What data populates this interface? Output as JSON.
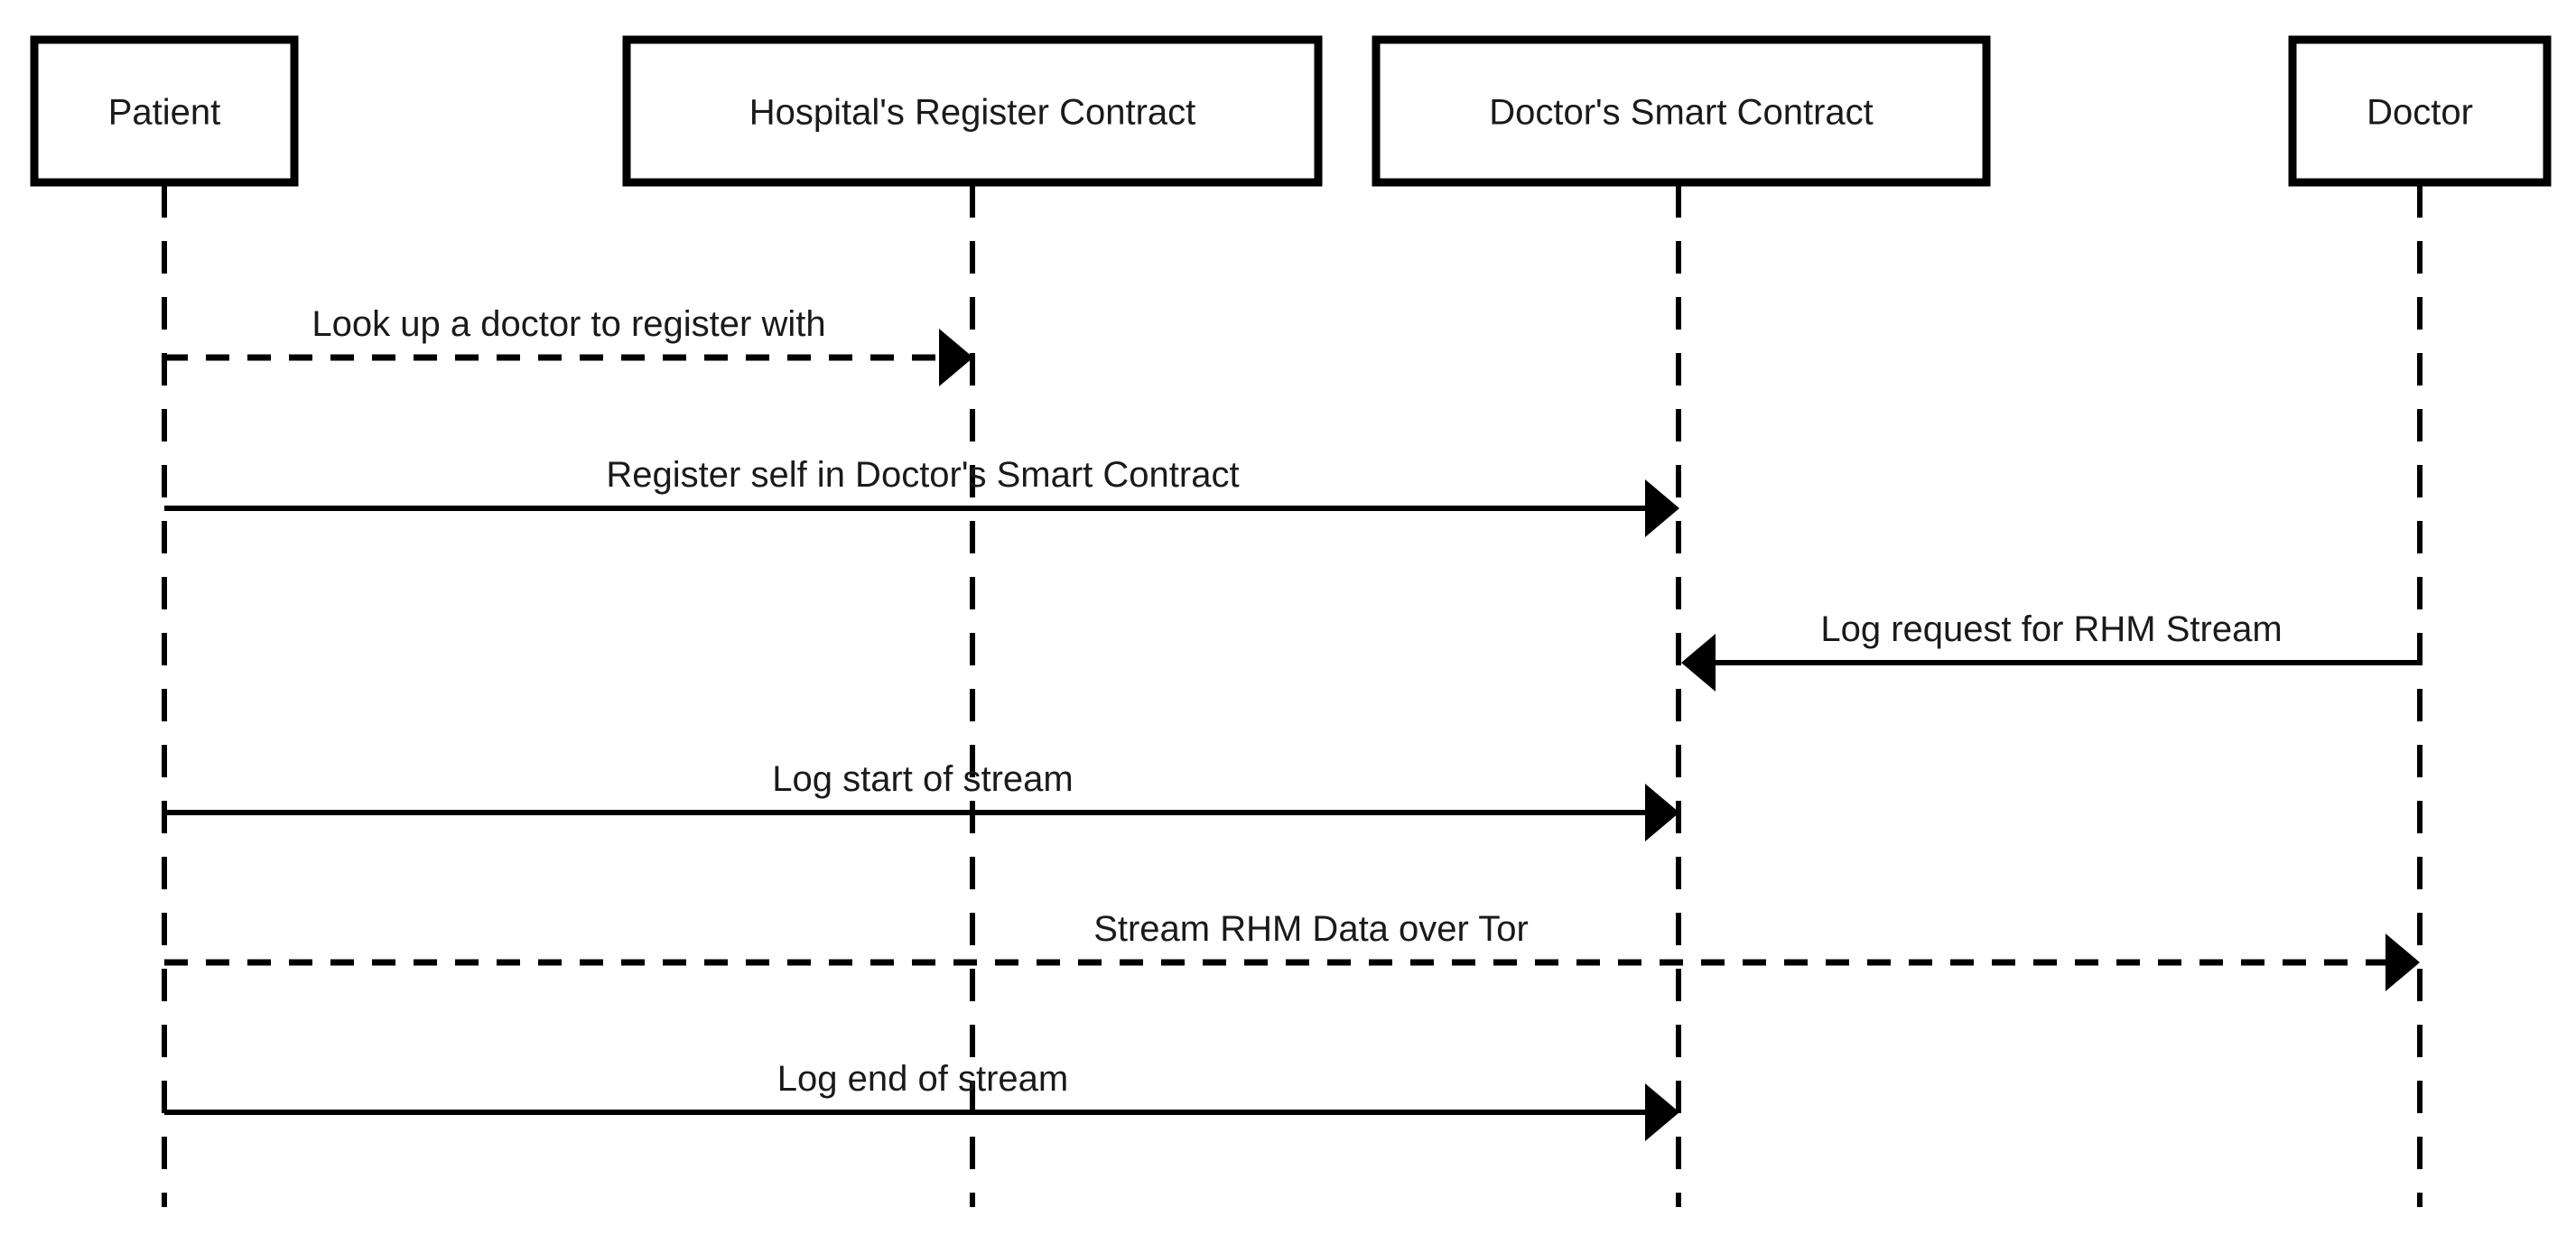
{
  "diagram": {
    "type": "sequence-diagram",
    "title": "",
    "background_color": "#ffffff",
    "line_color": "#000000",
    "text_color": "#1a1a1a",
    "participants": [
      {
        "id": "patient",
        "label": "Patient"
      },
      {
        "id": "hospital_register_contract",
        "label": "Hospital's Register Contract"
      },
      {
        "id": "doctors_smart_contract",
        "label": "Doctor's Smart Contract"
      },
      {
        "id": "doctor",
        "label": "Doctor"
      }
    ],
    "messages": [
      {
        "index": 1,
        "label": "Look up a doctor to register with",
        "from": "patient",
        "to": "hospital_register_contract",
        "direction": "right",
        "line_style": "dashed",
        "arrow_style": "filled"
      },
      {
        "index": 2,
        "label": "Register self in Doctor's Smart Contract",
        "from": "patient",
        "to": "doctors_smart_contract",
        "direction": "right",
        "line_style": "solid",
        "arrow_style": "filled"
      },
      {
        "index": 3,
        "label": "Log request for RHM Stream",
        "from": "doctor",
        "to": "doctors_smart_contract",
        "direction": "left",
        "line_style": "solid",
        "arrow_style": "filled"
      },
      {
        "index": 4,
        "label": "Log start of stream",
        "from": "patient",
        "to": "doctors_smart_contract",
        "direction": "right",
        "line_style": "solid",
        "arrow_style": "filled"
      },
      {
        "index": 5,
        "label": "Stream RHM Data over Tor",
        "from": "patient",
        "to": "doctor",
        "direction": "right",
        "line_style": "dashed",
        "arrow_style": "filled"
      },
      {
        "index": 6,
        "label": "Log end of stream",
        "from": "patient",
        "to": "doctors_smart_contract",
        "direction": "right",
        "line_style": "solid",
        "arrow_style": "filled"
      }
    ]
  }
}
